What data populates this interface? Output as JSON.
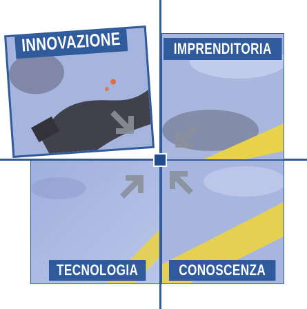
{
  "labels": {
    "innovazione": "INNOVAZIONE",
    "imprenditoria": "IMPRENDITORIA",
    "tecnologia": "TECNOLOGIA",
    "conoscenza": "CONOSCENZA"
  },
  "colors": {
    "accent_blue": "#2f5a9c",
    "sky_blue": "#a8b8e0",
    "yellow": "#e8d24a",
    "gray_arrow": "#8a8f9a"
  },
  "icons": [
    "arrow-down-right-icon",
    "arrow-down-left-icon",
    "arrow-up-right-icon",
    "arrow-up-left-icon"
  ]
}
